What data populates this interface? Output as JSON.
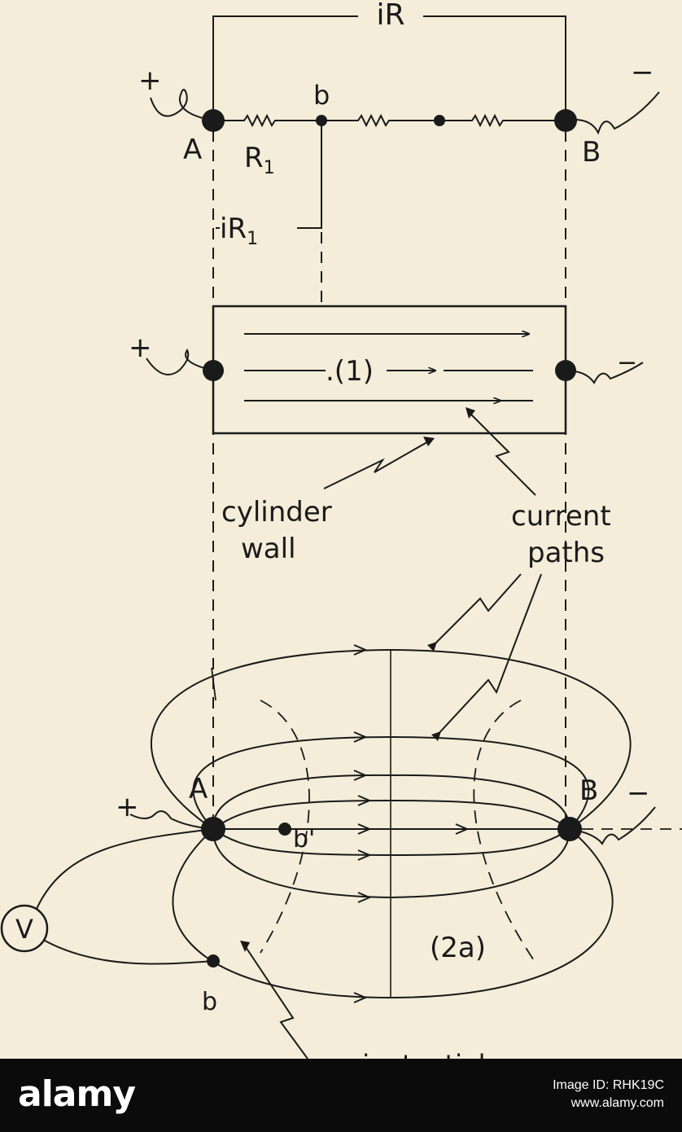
{
  "diagram": {
    "top_voltage_label": "iR",
    "node_a_label": "A",
    "node_b_label": "B",
    "node_b_small_label": "b",
    "resistor_label": "R",
    "resistor_subscript": "1",
    "partial_voltage_label": "iR",
    "partial_voltage_subscript": "1",
    "plus_sign": "+",
    "minus_sign": "−",
    "figure1_label": ".(1)",
    "cylinder_wall_line1": "cylinder",
    "cylinder_wall_line2": "wall",
    "current_paths_line1": "current",
    "current_paths_line2": "paths",
    "figure2a_label": "(2a)",
    "b_prime_label": "b'",
    "voltmeter_label": "V",
    "equipotential_partial": "equipotential"
  },
  "footer": {
    "brand": "alamy",
    "image_id": "Image ID: RHK19C",
    "url": "www.alamy.com"
  }
}
